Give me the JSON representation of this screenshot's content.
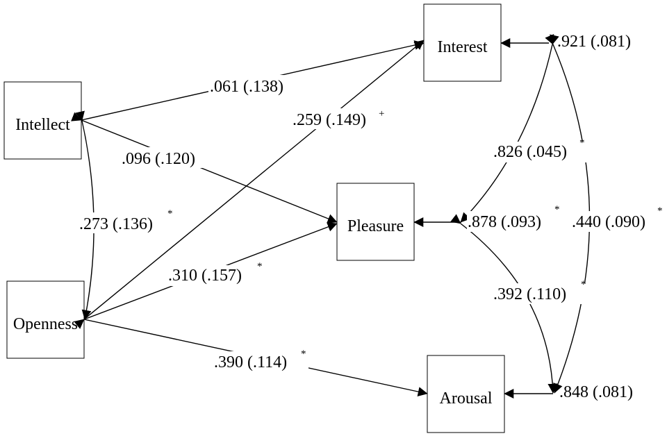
{
  "nodes": {
    "interest": "Interest",
    "intellect": "Intellect",
    "pleasure": "Pleasure",
    "openness": "Openness",
    "arousal": "Arousal"
  },
  "paths": {
    "intellect_interest": {
      "coef": ".061 (.138)",
      "sig": ""
    },
    "openness_interest": {
      "coef": ".259 (.149)",
      "sig": "+"
    },
    "intellect_pleasure": {
      "coef": ".096 (.120)",
      "sig": ""
    },
    "intellect_openness": {
      "coef": ".273 (.136)",
      "sig": "*"
    },
    "openness_pleasure": {
      "coef": ".310 (.157)",
      "sig": "*"
    },
    "openness_arousal": {
      "coef": ".390 (.114)",
      "sig": "*"
    }
  },
  "residuals": {
    "interest": ".921 (.081)",
    "pleasure": {
      "coef": ".878 (.093)",
      "sig": "*"
    },
    "arousal": ".848 (.081)"
  },
  "covariances": {
    "interest_pleasure": {
      "coef": ".826 (.045)",
      "sig": "*"
    },
    "interest_arousal": {
      "coef": ".440 (.090)",
      "sig": "*"
    },
    "pleasure_arousal": {
      "coef": ".392 (.110)",
      "sig": "*"
    }
  }
}
